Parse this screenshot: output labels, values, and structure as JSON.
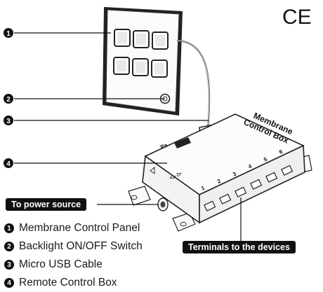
{
  "mark": "CE",
  "callouts": [
    {
      "num": "1"
    },
    {
      "num": "2"
    },
    {
      "num": "3"
    },
    {
      "num": "4"
    }
  ],
  "box_print": {
    "line1": "Membrane",
    "line2": "Control Box",
    "small_label": "Pa",
    "terminal_numbers": [
      "1",
      "2",
      "3",
      "4",
      "5",
      "6"
    ],
    "port_symbol": "⊲-⊳"
  },
  "legend": [
    {
      "num": "1",
      "label": "Membrane Control Panel"
    },
    {
      "num": "2",
      "label": "Backlight ON/OFF Switch"
    },
    {
      "num": "3",
      "label": "Micro USB Cable"
    },
    {
      "num": "4",
      "label": "Remote Control Box"
    }
  ],
  "tags": {
    "power": "To power source",
    "terminals": "Terminals to the devices"
  }
}
